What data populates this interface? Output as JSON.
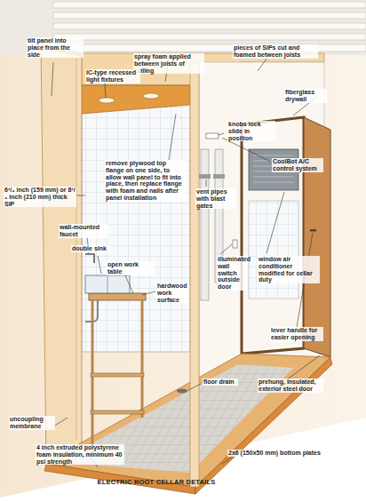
{
  "diagram": {
    "caption": "ELECTRIC ROOT CELLAR DETAILS",
    "labels": [
      "tilt panel into place from the side",
      "spray foam applied between joists of ceiling",
      "pieces of SIPs cut and foamed between joists",
      "IC-type recessed light fixtures",
      "fiberglass drywall",
      "remove plywood top flange on one side, to allow wall panel to fit into place, then replace flange with foam and nails after panel installation",
      "knobs lock slide in position",
      "CoolBot A/C control system",
      "6¹/₄ inch (159 mm) or 8¹/₄ inch (210 mm) thick SIP",
      "vent pipes with blast gates",
      "wall-mounted faucet",
      "double sink",
      "open work table",
      "window air conditioner modified for cellar duty",
      "hardwood work surface",
      "illuminated wall switch outside door",
      "floor drain",
      "lever handle for easier opening",
      "prehung, insulated, exterior steel door",
      "uncoupling membrane",
      "4 inch extruded polystyrene foam insulation, minimum 40 psi strength",
      "2x6 (150x50 mm) bottom plates"
    ]
  }
}
